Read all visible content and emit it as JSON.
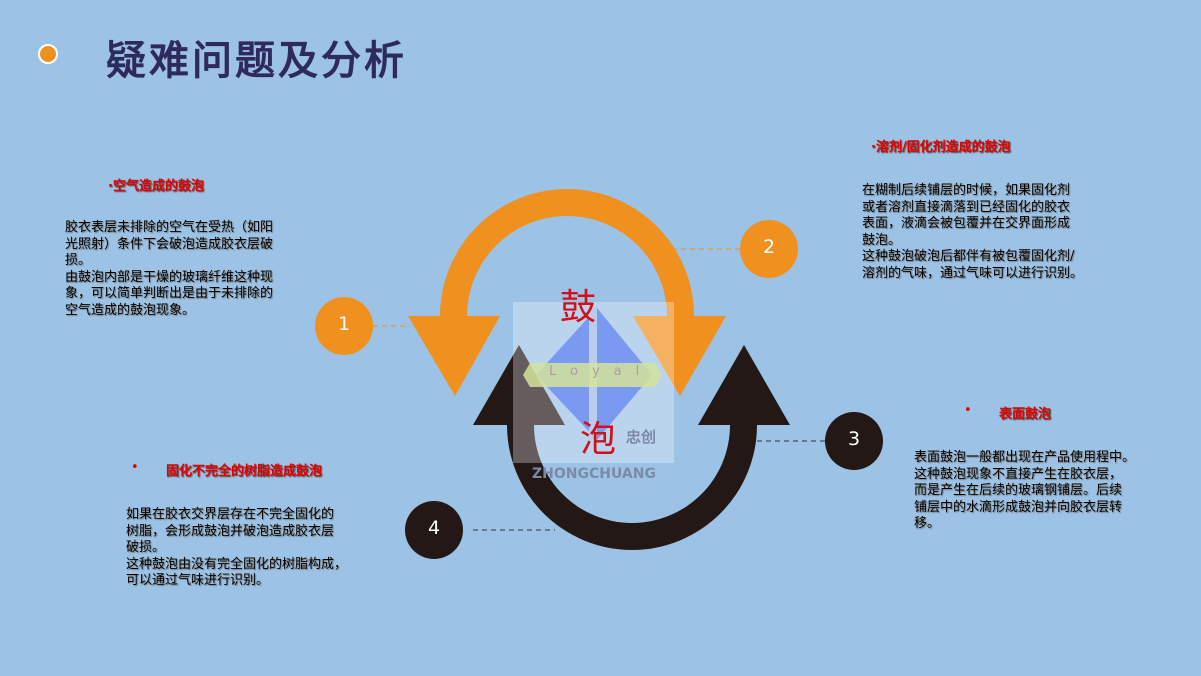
{
  "title": "疑难问题及分析",
  "center": {
    "top_char": "鼓",
    "bottom_char": "泡",
    "logo_text": "Loyal",
    "logo_cn": "忠创",
    "logo_en": "ZHONGCHUANG"
  },
  "colors": {
    "orange": "#f0901e",
    "dark": "#231815",
    "bg": "#9cc2e5",
    "heading": "#e00000"
  },
  "items": [
    {
      "num": "1",
      "heading": "·空气造成的鼓泡",
      "body": "胶衣表层未排除的空气在受热（如阳\n光照射）条件下会破泡造成胶衣层破\n损。\n由鼓泡内部是干燥的玻璃纤维这种现\n象，可以简单判断出是由于未排除的\n空气造成的鼓泡现象。"
    },
    {
      "num": "2",
      "heading": "·溶剂/固化剂造成的鼓泡",
      "body": "在糊制后续铺层的时候，如果固化剂\n或者溶剂直接滴落到已经固化的胶衣\n表面，液滴会被包覆并在交界面形成\n鼓泡。\n这种鼓泡破泡后都伴有被包覆固化剂/\n溶剂的气味，通过气味可以进行识别。"
    },
    {
      "num": "3",
      "bullet": "•",
      "heading": "表面鼓泡",
      "body": "表面鼓泡一般都出现在产品使用程中。\n 这种鼓泡现象不直接产生在胶衣层，\n 而是产生在后续的玻璃钢铺层。后续\n 铺层中的水滴形成鼓泡并向胶衣层转\n 移。"
    },
    {
      "num": "4",
      "bullet": "•",
      "heading": "固化不完全的树脂造成鼓泡",
      "body": "如果在胶衣交界层存在不完全固化的\n树脂，会形成鼓泡并破泡造成胶衣层\n破损。\n这种鼓泡由没有完全固化的树脂构成，\n可以通过气味进行识别。"
    }
  ]
}
